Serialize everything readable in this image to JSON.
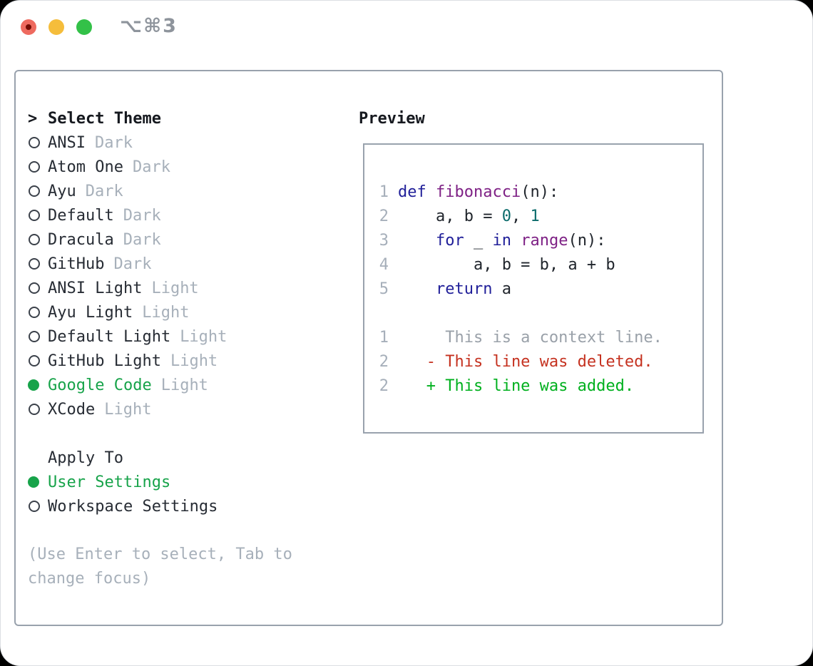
{
  "window": {
    "title": "⌥⌘3"
  },
  "colors": {
    "accent_green": "#17a34a",
    "text_dark": "#272c34",
    "text_muted": "#a7b0ba",
    "border_gray": "#99a2ad",
    "syntax_keyword": "#201f99",
    "syntax_type": "#7e2185",
    "syntax_literal": "#0b6b6b",
    "diff_deleted": "#c53220",
    "diff_added": "#00b01e",
    "traffic_red": "#ee6a5f",
    "traffic_yellow": "#f5bd3b",
    "traffic_green": "#33c148"
  },
  "theme_picker": {
    "prompt": ">",
    "header": "Select Theme",
    "themes": [
      {
        "name": "ANSI",
        "variant": "Dark",
        "selected": false
      },
      {
        "name": "Atom One",
        "variant": "Dark",
        "selected": false
      },
      {
        "name": "Ayu",
        "variant": "Dark",
        "selected": false
      },
      {
        "name": "Default",
        "variant": "Dark",
        "selected": false
      },
      {
        "name": "Dracula",
        "variant": "Dark",
        "selected": false
      },
      {
        "name": "GitHub",
        "variant": "Dark",
        "selected": false
      },
      {
        "name": "ANSI Light",
        "variant": "Light",
        "selected": false
      },
      {
        "name": "Ayu Light",
        "variant": "Light",
        "selected": false
      },
      {
        "name": "Default Light",
        "variant": "Light",
        "selected": false
      },
      {
        "name": "GitHub Light",
        "variant": "Light",
        "selected": false
      },
      {
        "name": "Google Code",
        "variant": "Light",
        "selected": true
      },
      {
        "name": "XCode",
        "variant": "Light",
        "selected": false
      }
    ],
    "apply_to": {
      "header": "Apply To",
      "options": [
        {
          "name": "User Settings",
          "selected": true
        },
        {
          "name": "Workspace Settings",
          "selected": false
        }
      ]
    },
    "help": "(Use Enter to select, Tab to change focus)"
  },
  "preview": {
    "header": "Preview",
    "code_lines": [
      {
        "num": "1",
        "tokens": [
          [
            "kwd",
            "def"
          ],
          [
            "pln",
            " "
          ],
          [
            "typ",
            "fibonacci"
          ],
          [
            "pln",
            "(n):"
          ]
        ]
      },
      {
        "num": "2",
        "tokens": [
          [
            "pln",
            "    a, b = "
          ],
          [
            "lit",
            "0"
          ],
          [
            "pln",
            ", "
          ],
          [
            "lit",
            "1"
          ]
        ]
      },
      {
        "num": "3",
        "tokens": [
          [
            "pln",
            "    "
          ],
          [
            "kwd",
            "for"
          ],
          [
            "pln",
            " _ "
          ],
          [
            "kwd",
            "in"
          ],
          [
            "pln",
            " "
          ],
          [
            "typ",
            "range"
          ],
          [
            "pln",
            "(n):"
          ]
        ]
      },
      {
        "num": "4",
        "tokens": [
          [
            "pln",
            "        a, b = b, a + b"
          ]
        ]
      },
      {
        "num": "5",
        "tokens": [
          [
            "pln",
            "    "
          ],
          [
            "kwd",
            "return"
          ],
          [
            "pln",
            " a"
          ]
        ]
      }
    ],
    "diff_lines": [
      {
        "num": "1",
        "tokens": [
          [
            "ctx",
            "     This is a context line."
          ]
        ]
      },
      {
        "num": "2",
        "tokens": [
          [
            "del",
            "   - This line was deleted."
          ]
        ]
      },
      {
        "num": "2",
        "tokens": [
          [
            "add",
            "   + This line was added."
          ]
        ]
      }
    ]
  }
}
